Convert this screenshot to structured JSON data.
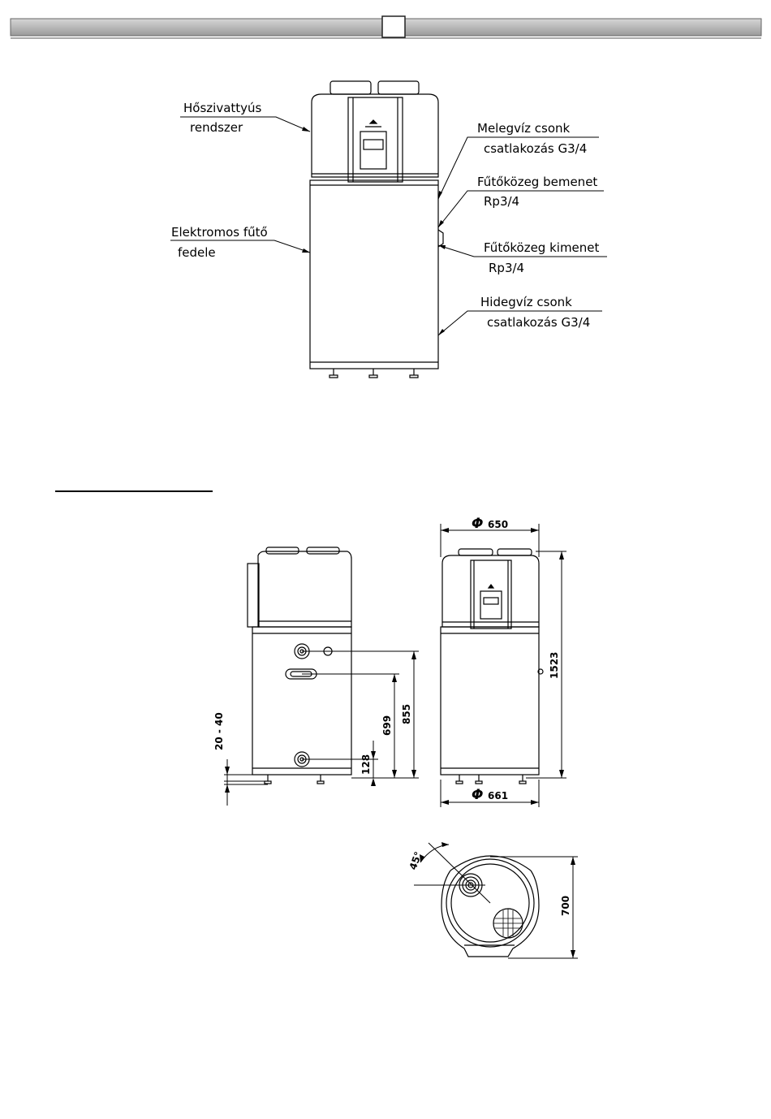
{
  "header": {
    "page_box_label": ""
  },
  "upper_view": {
    "labels": {
      "heat_pump_line1": "Hőszivattyús",
      "heat_pump_line2": "rendszer",
      "heater_cover_line1": "Elektromos fűtő",
      "heater_cover_line2": "fedele",
      "hot_water_line1": "Melegvíz csonk",
      "hot_water_line2": "csatlakozás G3/4",
      "medium_in_line1": "Fűtőközeg bemenet",
      "medium_in_line2": "Rp3/4",
      "medium_out_line1": "Fűtőközeg kimenet",
      "medium_out_line2": "Rp3/4",
      "cold_water_line1": "Hidegvíz csonk",
      "cold_water_line2": "csatlakozás G3/4"
    }
  },
  "dimensions": {
    "side_view": {
      "feet_adjust": "20 - 40",
      "h_128": "128",
      "h_699": "699",
      "h_855": "855"
    },
    "front_view": {
      "top_diameter": "650",
      "bottom_diameter": "661",
      "height": "1523",
      "phi_symbol": "Φ"
    },
    "top_view": {
      "angle": "45°",
      "depth": "700"
    }
  }
}
